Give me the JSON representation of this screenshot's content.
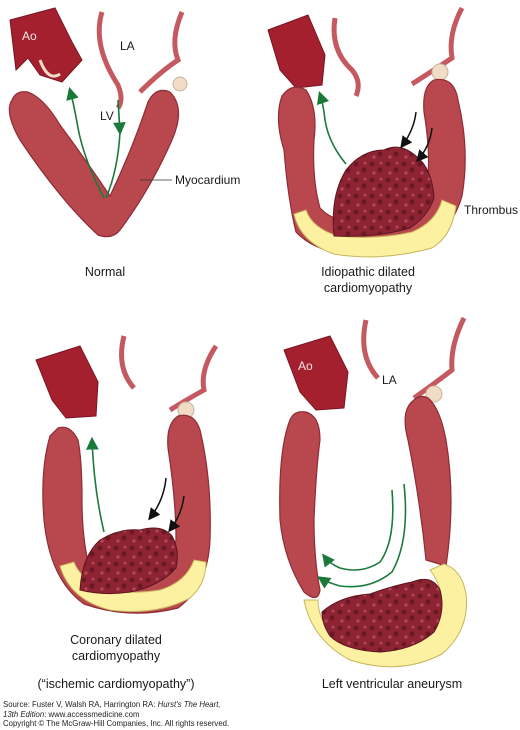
{
  "panels": [
    {
      "caption": "Normal",
      "labels": {
        "ao": "Ao",
        "la": "LA",
        "lv": "LV",
        "myocardium": "Myocardium"
      }
    },
    {
      "caption_lines": [
        "Idiopathic dilated",
        "cardiomyopathy"
      ],
      "labels": {
        "thrombus": "Thrombus"
      }
    },
    {
      "caption_lines": [
        "Coronary dilated",
        "cardiomyopathy"
      ],
      "caption_note": "(“ischemic cardiomyopathy”)"
    },
    {
      "caption": "Left ventricular aneurysm",
      "labels": {
        "ao": "Ao",
        "la": "LA"
      }
    }
  ],
  "credit": {
    "line1_prefix": "Source: Fuster V, Walsh RA, Harrington RA: ",
    "line1_title": "Hurst's The Heart,",
    "line2_edition": "13th Edition",
    "line2_suffix": ": www.accessmedicine.com",
    "line3": "Copyright © The McGraw-Hill Companies, Inc. All rights reserved."
  },
  "colors": {
    "myocardium": "#b8474e",
    "wall_dark": "#8e2c35",
    "aorta": "#a4202f",
    "thrombus": "#8e2433",
    "fibrous": "#fbf1a0",
    "flow_arrow": "#1b7a3a",
    "valve": "#f1dcc6"
  }
}
